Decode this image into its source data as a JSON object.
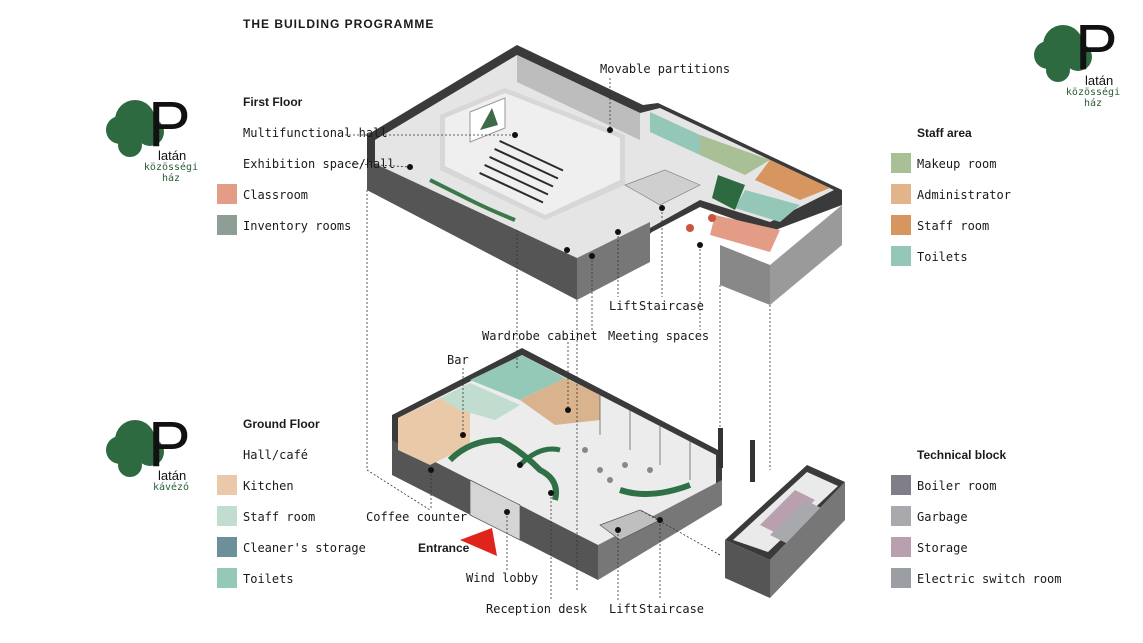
{
  "title": "THE BUILDING PROGRAMME",
  "logos": {
    "top_right": {
      "word": "latán",
      "sub1": "közösségi",
      "sub2": "ház"
    },
    "first_floor": {
      "word": "latán",
      "sub1": "közösségi",
      "sub2": "ház"
    },
    "ground_floor": {
      "word": "latán",
      "sub1": "kávézó"
    }
  },
  "first_floor": {
    "heading": "First Floor",
    "items": [
      {
        "label": "Multifunctional hall",
        "color": ""
      },
      {
        "label": "Exhibition space/hall",
        "color": ""
      },
      {
        "label": "Classroom",
        "color": "#e39c86"
      },
      {
        "label": "Inventory rooms",
        "color": "#8e9e95"
      }
    ]
  },
  "staff_area": {
    "heading": "Staff area",
    "items": [
      {
        "label": "Makeup room",
        "color": "#a9bf95"
      },
      {
        "label": "Administrator",
        "color": "#e1b48a"
      },
      {
        "label": "Staff room",
        "color": "#d7955f"
      },
      {
        "label": "Toilets",
        "color": "#95c7b8"
      }
    ]
  },
  "ground_floor": {
    "heading": "Ground Floor",
    "items": [
      {
        "label": "Hall/café",
        "color": ""
      },
      {
        "label": "Kitchen",
        "color": "#eac9a9"
      },
      {
        "label": "Staff room",
        "color": "#c0ddd0"
      },
      {
        "label": "Cleaner's storage",
        "color": "#6c8f9c"
      },
      {
        "label": "Toilets",
        "color": "#95c9b7"
      }
    ]
  },
  "technical_block": {
    "heading": "Technical block",
    "items": [
      {
        "label": "Boiler room",
        "color": "#7f7e89"
      },
      {
        "label": "Garbage",
        "color": "#a9a8ad"
      },
      {
        "label": "Storage",
        "color": "#b9a0ae"
      },
      {
        "label": "Electric switch room",
        "color": "#9b9ea2"
      }
    ]
  },
  "callouts": {
    "movable_partitions": "Movable partitions",
    "lift_1": "Lift",
    "staircase_1": "Staircase",
    "meeting_spaces": "Meeting spaces",
    "wardrobe_cabinet": "Wardrobe cabinet",
    "bar": "Bar",
    "coffee_counter": "Coffee counter",
    "entrance": "Entrance",
    "wind_lobby": "Wind lobby",
    "reception_desk": "Reception desk",
    "lift_2": "Lift",
    "staircase_2": "Staircase"
  }
}
